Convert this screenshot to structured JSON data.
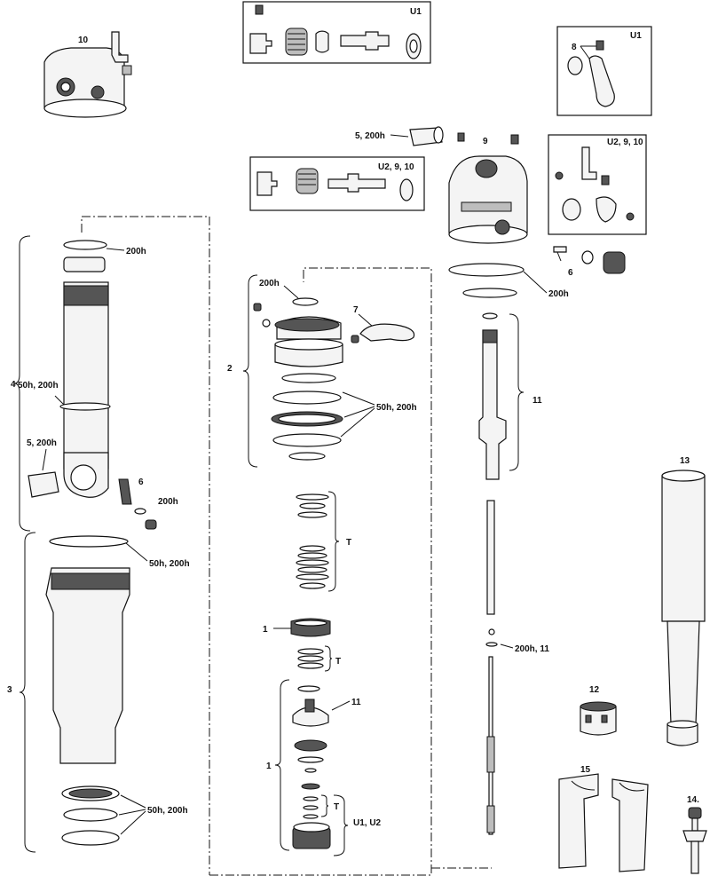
{
  "labels": {
    "p10": "10",
    "u1_top": "U1",
    "u1_right": "U1",
    "p8": "8",
    "p5_200h_top": "5, 200h",
    "p9": "9",
    "u2_9_10_mid": "U2, 9, 10",
    "u2_9_10_right": "U2, 9, 10",
    "p6_right": "6",
    "p200h_right": "200h",
    "p200h_upper_left": "200h",
    "p4": "4",
    "p50h_200h_left": "50h, 200h",
    "p5_200h_left": "5, 200h",
    "p6_left": "6",
    "p200h_left_small": "200h",
    "p3": "3",
    "p50h_200h_body": "50h, 200h",
    "p50h_200h_bottom": "50h, 200h",
    "p200h_mid": "200h",
    "p7": "7",
    "p2": "2",
    "p50h_200h_mid": "50h, 200h",
    "pT_1": "T",
    "p1_a": "1",
    "pT_2": "T",
    "p11_mid": "11",
    "p1_b": "1",
    "pT_3": "T",
    "u1_u2": "U1, U2",
    "p11_right": "11",
    "p200h_11": "200h, 11",
    "p13": "13",
    "p12": "12",
    "p15": "15",
    "p14": "14."
  }
}
